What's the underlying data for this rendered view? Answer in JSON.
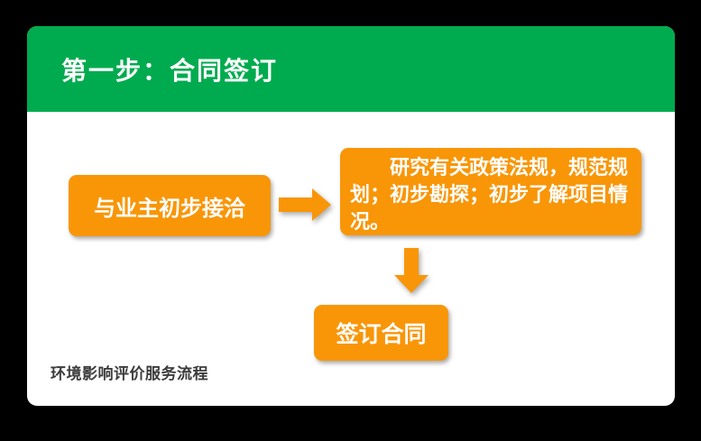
{
  "colors": {
    "background": "#000000",
    "card": "#FFFFFF",
    "green": "#00AB4F",
    "orange": "#F89608",
    "footer_text": "#3C3C3C"
  },
  "header": {
    "title": "第一步：合同签订"
  },
  "flow": {
    "contact_box": {
      "label": "与业主初步接洽"
    },
    "research_box": {
      "label": "研究有关政策法规，规范规划；初步勘探；初步了解项目情况。"
    },
    "sign_box": {
      "label": "签订合同"
    },
    "arrow_right_icon": "right-arrow",
    "arrow_down_icon": "down-arrow"
  },
  "footer": {
    "label": "环境影响评价服务流程"
  }
}
